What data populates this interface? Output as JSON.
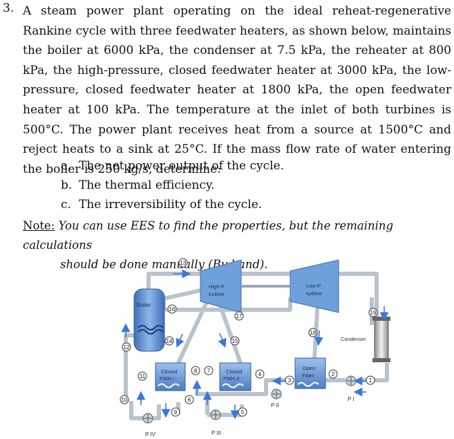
{
  "problem": {
    "number": "3.",
    "text": "A steam power plant operating on the ideal reheat-regenerative Rankine cycle with three feedwater heaters, as shown below, maintains the boiler at 6000 kPa, the condenser at 7.5 kPa, the reheater at 800 kPa, the high-pressure, closed feedwater heater at 3000 kPa, the low-pressure, closed feedwater heater at 1800 kPa, the open feedwater heater at 100 kPa. The temperature at the inlet of both turbines is 500°C. The power plant receives heat from a source at 1500°C and reject heats to a sink at 25°C. If the mass flow rate of water entering the boiler is 250 kg/s, determine:",
    "items": [
      {
        "label": "a.",
        "text": "The net power output of the cycle."
      },
      {
        "label": "b.",
        "text": "The thermal efficiency."
      },
      {
        "label": "c.",
        "text": "The irreversibility of the cycle."
      }
    ],
    "note_label": "Note:",
    "note_line1": "You can use EES to find the properties, but the remaining calculations",
    "note_line2": "should be done manually (By hand)."
  },
  "diagram": {
    "labels": {
      "boiler": "Boiler",
      "hp_turbine": [
        "High-P",
        "turbine"
      ],
      "lp_turbine": [
        "Low-P",
        "turbine"
      ],
      "condenser": "Condenser",
      "closed_fwh1": [
        "Closed",
        "FWH I"
      ],
      "closed_fwh2": [
        "Closed",
        "FWH II"
      ],
      "open_fwh": [
        "Open",
        "FWH"
      ],
      "pump_1": "P I",
      "pump_2": "P II",
      "pump_3": "P III",
      "pump_4": "P IV"
    },
    "states": [
      "1",
      "2",
      "3",
      "4",
      "5",
      "6",
      "7",
      "8",
      "9",
      "10",
      "11",
      "12",
      "13",
      "14",
      "15",
      "16",
      "17",
      "18",
      "19"
    ],
    "colors": {
      "pipe": "#b9c3cc",
      "equipment": "#5b8fd0",
      "turbine": "#6ea0dc",
      "arrow": "#3a78d8"
    }
  }
}
